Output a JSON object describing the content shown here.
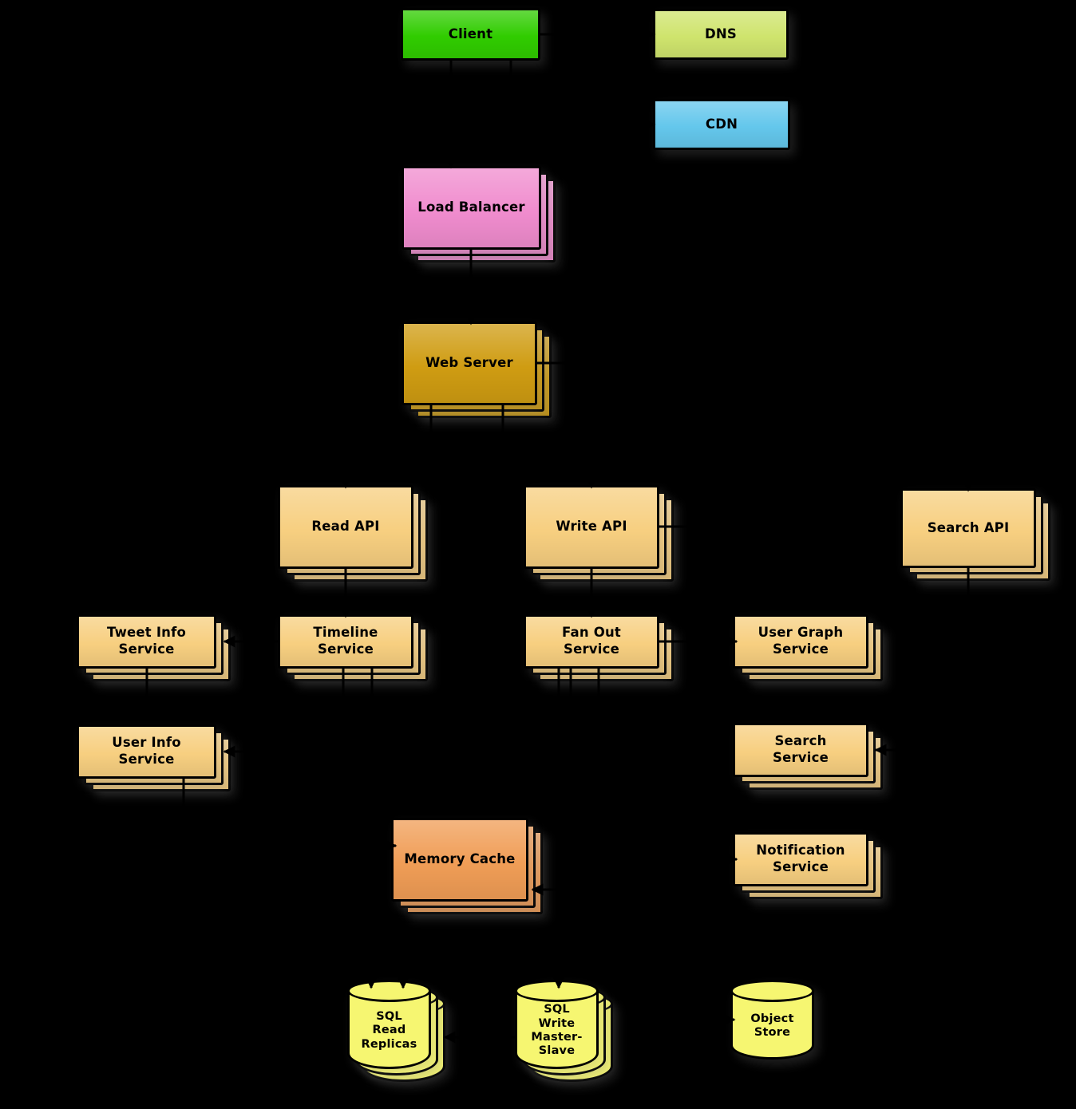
{
  "diagram": {
    "background": "#000000",
    "nodes": [
      {
        "id": "client",
        "label": "Client",
        "color": "#30cc00",
        "type": "box",
        "stacked": false
      },
      {
        "id": "dns",
        "label": "DNS",
        "color": "#cfe46d",
        "type": "box",
        "stacked": false
      },
      {
        "id": "cdn",
        "label": "CDN",
        "color": "#64c7ec",
        "type": "box",
        "stacked": false
      },
      {
        "id": "load-balancer",
        "label": "Load Balancer",
        "color": "#f08cce",
        "type": "box",
        "stacked": true
      },
      {
        "id": "web-server",
        "label": "Web Server",
        "color": "#cf9c12",
        "type": "box",
        "stacked": true
      },
      {
        "id": "read-api",
        "label": "Read API",
        "color": "#f7cf80",
        "type": "box",
        "stacked": true
      },
      {
        "id": "write-api",
        "label": "Write API",
        "color": "#f7cf80",
        "type": "box",
        "stacked": true
      },
      {
        "id": "search-api",
        "label": "Search API",
        "color": "#f7cf80",
        "type": "box",
        "stacked": true
      },
      {
        "id": "tweet-info-service",
        "label": "Tweet Info\nService",
        "color": "#f7cf80",
        "type": "box",
        "stacked": true
      },
      {
        "id": "timeline-service",
        "label": "Timeline\nService",
        "color": "#f7cf80",
        "type": "box",
        "stacked": true
      },
      {
        "id": "fan-out-service",
        "label": "Fan Out\nService",
        "color": "#f7cf80",
        "type": "box",
        "stacked": true
      },
      {
        "id": "user-graph-service",
        "label": "User Graph\nService",
        "color": "#f7cf80",
        "type": "box",
        "stacked": true
      },
      {
        "id": "user-info-service",
        "label": "User Info\nService",
        "color": "#f7cf80",
        "type": "box",
        "stacked": true
      },
      {
        "id": "search-service",
        "label": "Search\nService",
        "color": "#f7cf80",
        "type": "box",
        "stacked": true
      },
      {
        "id": "memory-cache",
        "label": "Memory Cache",
        "color": "#f09d56",
        "type": "box",
        "stacked": true
      },
      {
        "id": "notification-service",
        "label": "Notification\nService",
        "color": "#f7cf80",
        "type": "box",
        "stacked": true
      },
      {
        "id": "sql-read-replicas",
        "label": "SQL\nRead\nReplicas",
        "color": "#f6f671",
        "type": "cylinder",
        "stacked": true
      },
      {
        "id": "sql-write-master-slave",
        "label": "SQL\nWrite\nMaster-\nSlave",
        "color": "#f6f671",
        "type": "cylinder",
        "stacked": true
      },
      {
        "id": "object-store",
        "label": "Object\nStore",
        "color": "#f6f671",
        "type": "cylinder",
        "stacked": false
      }
    ],
    "edges": [
      {
        "from": "client",
        "to": "dns"
      },
      {
        "from": "client",
        "to": "cdn"
      },
      {
        "from": "client",
        "to": "load-balancer"
      },
      {
        "from": "load-balancer",
        "to": "web-server"
      },
      {
        "from": "web-server",
        "to": "read-api"
      },
      {
        "from": "web-server",
        "to": "write-api"
      },
      {
        "from": "web-server",
        "to": "search-api"
      },
      {
        "from": "read-api",
        "to": "timeline-service"
      },
      {
        "from": "timeline-service",
        "to": "tweet-info-service"
      },
      {
        "from": "timeline-service",
        "to": "user-info-service"
      },
      {
        "from": "timeline-service",
        "to": "memory-cache"
      },
      {
        "from": "write-api",
        "to": "fan-out-service"
      },
      {
        "from": "fan-out-service",
        "to": "user-graph-service"
      },
      {
        "from": "fan-out-service",
        "to": "memory-cache"
      },
      {
        "from": "fan-out-service",
        "to": "notification-service"
      },
      {
        "from": "fan-out-service",
        "to": "sql-write-master-slave"
      },
      {
        "from": "search-api",
        "to": "search-service"
      },
      {
        "from": "tweet-info-service",
        "to": "sql-read-replicas"
      },
      {
        "from": "user-info-service",
        "to": "sql-read-replicas"
      },
      {
        "from": "write-api",
        "to": "object-store"
      },
      {
        "from": "sql-write-master-slave",
        "to": "sql-read-replicas"
      }
    ]
  }
}
